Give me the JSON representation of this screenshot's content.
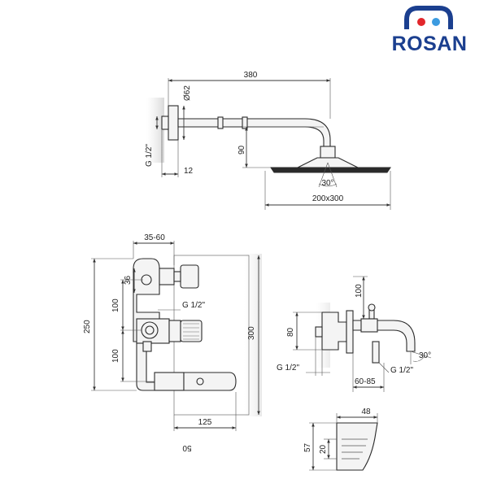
{
  "brand": {
    "name": "ROSAN",
    "colors": {
      "blue": "#1b3f8f",
      "red": "#e2262b",
      "light_blue": "#3c9be0"
    }
  },
  "shower_head": {
    "arm_length": "380",
    "flange_diameter": "Ø62",
    "inlet_thread": "G 1/2\"",
    "wall_gap": "12",
    "drop_height": "90",
    "spray_angle": "30°",
    "head_size": "200x300"
  },
  "concealed_mixer": {
    "body_depth": "35-60",
    "valve_offset": "36",
    "inlet_thread": "G 1/2\"",
    "upper_spacing": "100",
    "lower_spacing": "100",
    "total_height": "250",
    "plate_height": "300",
    "plate_width": "125",
    "cut_dimension": "50"
  },
  "bath_spout": {
    "top_height": "100",
    "body_height": "80",
    "inlet_thread_left": "G 1/2\"",
    "inlet_thread_right": "G 1/2\"",
    "projection": "60-85",
    "spray_angle": "30°"
  },
  "spout_detail": {
    "width": "48",
    "height": "57",
    "outlet_height": "20"
  }
}
